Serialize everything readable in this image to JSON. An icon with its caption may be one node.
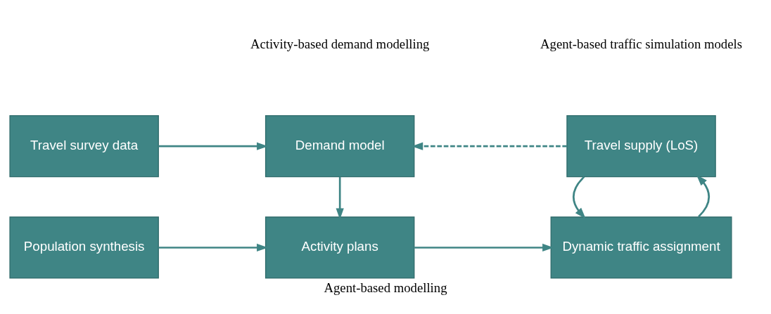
{
  "diagram": {
    "caption": "Agent-based modelling",
    "nodes": [
      {
        "text": [
          "Travel survey data"
        ]
      },
      {
        "text": [
          "Demand model"
        ]
      },
      {
        "text": [
          "Travel supply (LoS)"
        ]
      },
      {
        "text": [
          "Population synthesis"
        ]
      },
      {
        "text": [
          "Activity plans"
        ]
      },
      {
        "text": [
          "Dynamic traffic assignment"
        ]
      }
    ],
    "edges": [
      {
        "from": 0,
        "to": 1,
        "arrow": "to"
      },
      {
        "from": 2,
        "to": 1,
        "arrow": "to",
        "style": "dashed"
      },
      {
        "from": 1,
        "to": 4,
        "arrow": "to"
      },
      {
        "from": 3,
        "to": 4,
        "arrow": "to"
      },
      {
        "from": 4,
        "to": 5,
        "arrow": "to"
      },
      {
        "from": 5,
        "to": 2,
        "arrow": "to"
      },
      {
        "from": 2,
        "to": 5,
        "arrow": "to"
      }
    ],
    "labels": [
      "Activity-based demand modelling",
      "Agent-based traffic simulation models"
    ]
  }
}
